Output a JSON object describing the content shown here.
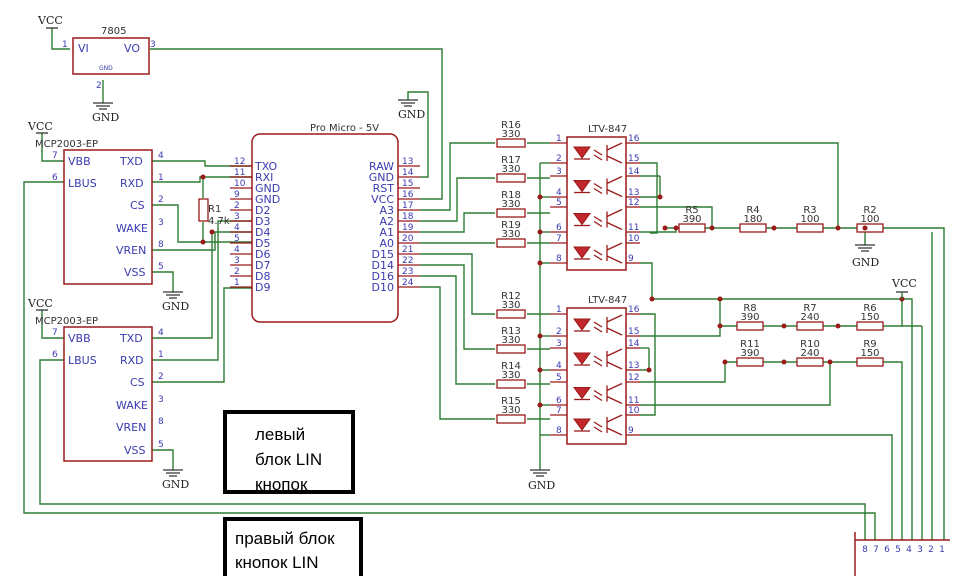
{
  "supply_labels": {
    "vcc": "VCC",
    "gnd": "GND"
  },
  "regulator": {
    "name": "7805",
    "vi": "VI",
    "vo": "VO",
    "gnd": "GND",
    "pins": [
      "1",
      "3",
      "2"
    ]
  },
  "mcp_top": {
    "name": "MCP2003-EP",
    "left_pins": [
      {
        "n": "7",
        "l": "VBB"
      },
      {
        "n": "6",
        "l": "LBUS"
      }
    ],
    "right_pins": [
      {
        "n": "4",
        "l": "TXD"
      },
      {
        "n": "1",
        "l": "RXD"
      },
      {
        "n": "2",
        "l": "CS"
      },
      {
        "n": "3",
        "l": "WAKE"
      },
      {
        "n": "8",
        "l": "VREN"
      },
      {
        "n": "5",
        "l": "VSS"
      }
    ]
  },
  "mcp_bottom": {
    "name": "MCP2003-EP",
    "left_pins": [
      {
        "n": "7",
        "l": "VBB"
      },
      {
        "n": "6",
        "l": "LBUS"
      }
    ],
    "right_pins": [
      {
        "n": "4",
        "l": "TXD"
      },
      {
        "n": "1",
        "l": "RXD"
      },
      {
        "n": "2",
        "l": "CS"
      },
      {
        "n": "3",
        "l": "WAKE"
      },
      {
        "n": "8",
        "l": "VREN"
      },
      {
        "n": "5",
        "l": "VSS"
      }
    ]
  },
  "pro_micro": {
    "name": "Pro Micro - 5V",
    "left_pins": [
      {
        "n": "12",
        "l": "TXO"
      },
      {
        "n": "11",
        "l": "RXI"
      },
      {
        "n": "10",
        "l": "GND"
      },
      {
        "n": "9",
        "l": "GND"
      },
      {
        "n": "2",
        "l": "D2"
      },
      {
        "n": "3",
        "l": "D3"
      },
      {
        "n": "4",
        "l": "D4"
      },
      {
        "n": "5",
        "l": "D5"
      },
      {
        "n": "4",
        "l": "D6"
      },
      {
        "n": "3",
        "l": "D7"
      },
      {
        "n": "2",
        "l": "D8"
      },
      {
        "n": "1",
        "l": "D9"
      }
    ],
    "right_pins": [
      {
        "n": "13",
        "l": "RAW"
      },
      {
        "n": "14",
        "l": "GND"
      },
      {
        "n": "15",
        "l": "RST"
      },
      {
        "n": "16",
        "l": "VCC"
      },
      {
        "n": "17",
        "l": "A3"
      },
      {
        "n": "18",
        "l": "A2"
      },
      {
        "n": "19",
        "l": "A1"
      },
      {
        "n": "20",
        "l": "A0"
      },
      {
        "n": "21",
        "l": "D15"
      },
      {
        "n": "22",
        "l": "D14"
      },
      {
        "n": "23",
        "l": "D16"
      },
      {
        "n": "24",
        "l": "D10"
      }
    ]
  },
  "pullup": {
    "ref": "R1",
    "value": "4.7k"
  },
  "opto_top": {
    "name": "LTV-847",
    "left_pins": [
      "1",
      "2",
      "3",
      "4",
      "5",
      "6",
      "7",
      "8"
    ],
    "right_pins": [
      "16",
      "15",
      "14",
      "13",
      "12",
      "11",
      "10",
      "9"
    ]
  },
  "opto_bottom": {
    "name": "LTV-847",
    "left_pins": [
      "1",
      "2",
      "3",
      "4",
      "5",
      "6",
      "7",
      "8"
    ],
    "right_pins": [
      "16",
      "15",
      "14",
      "13",
      "12",
      "11",
      "10",
      "9"
    ]
  },
  "series_resistors_top": [
    {
      "ref": "R16",
      "value": "330"
    },
    {
      "ref": "R17",
      "value": "330"
    },
    {
      "ref": "R18",
      "value": "330"
    },
    {
      "ref": "R19",
      "value": "330"
    }
  ],
  "series_resistors_bottom": [
    {
      "ref": "R12",
      "value": "330"
    },
    {
      "ref": "R13",
      "value": "330"
    },
    {
      "ref": "R14",
      "value": "330"
    },
    {
      "ref": "R15",
      "value": "330"
    }
  ],
  "ladder_top": [
    {
      "ref": "R5",
      "value": "390"
    },
    {
      "ref": "R4",
      "value": "180"
    },
    {
      "ref": "R3",
      "value": "100"
    },
    {
      "ref": "R2",
      "value": "100"
    }
  ],
  "ladder_bottom_row1": [
    {
      "ref": "R8",
      "value": "390"
    },
    {
      "ref": "R7",
      "value": "240"
    },
    {
      "ref": "R6",
      "value": "150"
    }
  ],
  "ladder_bottom_row2": [
    {
      "ref": "R11",
      "value": "390"
    },
    {
      "ref": "R10",
      "value": "240"
    },
    {
      "ref": "R9",
      "value": "150"
    }
  ],
  "connector_pins": [
    "8",
    "7",
    "6",
    "5",
    "4",
    "3",
    "2",
    "1"
  ],
  "notes": {
    "left_block": [
      "левый",
      "блок  LIN",
      "кнопок"
    ],
    "right_block": [
      "правый блок",
      "кнопок   LIN"
    ]
  }
}
